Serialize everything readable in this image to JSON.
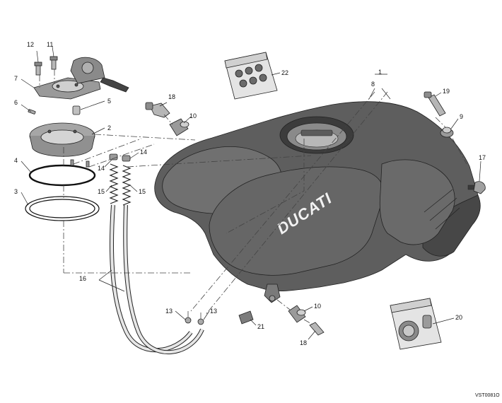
{
  "callouts": {
    "n1": "1",
    "n2": "2",
    "n3": "3",
    "n4": "4",
    "n5": "5",
    "n6": "6",
    "n7": "7",
    "n8": "8",
    "n9": "9",
    "n10a": "10",
    "n10b": "10",
    "n11": "11",
    "n12": "12",
    "n13a": "13",
    "n13b": "13",
    "n14a": "14",
    "n14b": "14",
    "n15a": "15",
    "n15b": "15",
    "n16": "16",
    "n17": "17",
    "n18a": "18",
    "n18b": "18",
    "n19": "19",
    "n20": "20",
    "n21": "21",
    "n22": "22"
  },
  "brand_text": "DUCATI",
  "drawing_code": "VST0081O",
  "colors": {
    "tank_fill": "#5e5e5e",
    "tank_shadow": "#474747",
    "tank_highlight": "#707070",
    "part_fill": "#9a9a9a",
    "part_light": "#cfcfcf"
  }
}
